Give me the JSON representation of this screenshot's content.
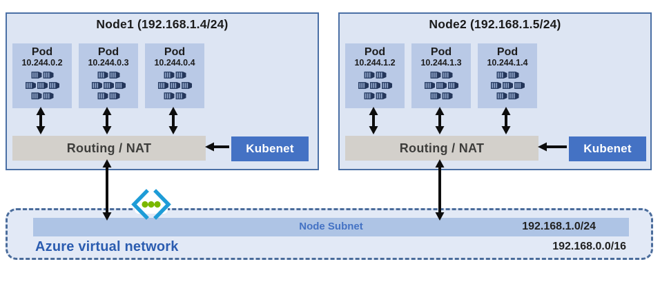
{
  "diagram": {
    "nodes": [
      {
        "title": "Node1 (192.168.1.4/24)",
        "pods": [
          {
            "label": "Pod",
            "ip": "10.244.0.2"
          },
          {
            "label": "Pod",
            "ip": "10.244.0.3"
          },
          {
            "label": "Pod",
            "ip": "10.244.0.4"
          }
        ],
        "routing_label": "Routing / NAT",
        "kubenet_label": "Kubenet"
      },
      {
        "title": "Node2 (192.168.1.5/24)",
        "pods": [
          {
            "label": "Pod",
            "ip": "10.244.1.2"
          },
          {
            "label": "Pod",
            "ip": "10.244.1.3"
          },
          {
            "label": "Pod",
            "ip": "10.244.1.4"
          }
        ],
        "routing_label": "Routing / NAT",
        "kubenet_label": "Kubenet"
      }
    ],
    "vnet": {
      "label": "Azure virtual network",
      "subnet_label": "Node Subnet",
      "subnet_cidr": "192.168.1.0/24",
      "vnet_cidr": "192.168.0.0/16"
    },
    "icons": {
      "pod_icon": "containers-icon",
      "vnet_icon": "virtual-network-icon"
    },
    "colors": {
      "node_fill": "#dde5f3",
      "node_border": "#4a6fa5",
      "pod_fill": "#b9c9e6",
      "pod_icon": "#2e4369",
      "routing_fill": "#d3d0cb",
      "kubenet_fill": "#4472c4",
      "subnet_bar_fill": "#aec4e5",
      "vnet_fill": "#e2e9f6",
      "vnet_border": "#4a6c9b",
      "vnet_label_text": "#2b5cb0",
      "subnet_label_text": "#4472c4",
      "arrow": "#0d0d0d",
      "icon_bracket_blue": "#1e9cd7",
      "icon_dot_green": "#7ab800"
    }
  }
}
